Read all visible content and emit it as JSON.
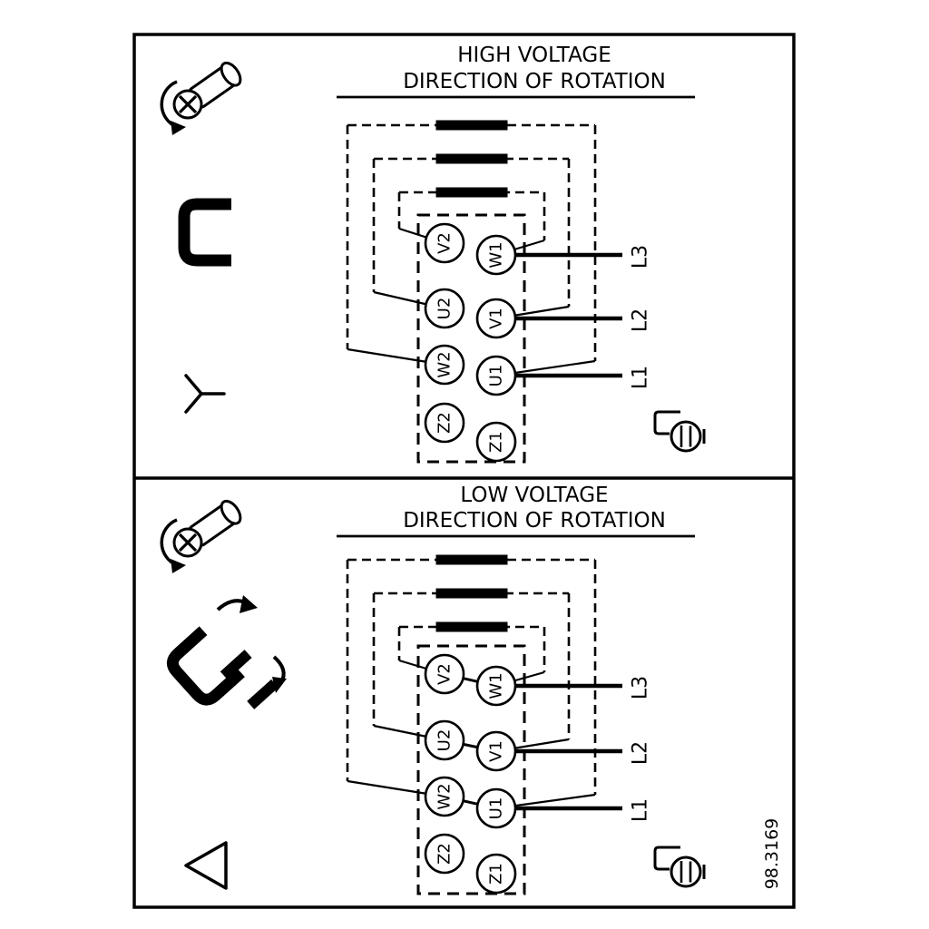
{
  "part_number": "98.3169",
  "colors": {
    "ink": "#000000",
    "paper": "#ffffff"
  },
  "panels": [
    {
      "title_line1": "HIGH VOLTAGE",
      "title_line2": "DIRECTION OF ROTATION",
      "connection": "star",
      "terminals_left": [
        "V2",
        "U2",
        "W2",
        "Z2"
      ],
      "terminals_right": [
        "W1",
        "V1",
        "U1",
        "Z1"
      ],
      "supply_labels": [
        "L3",
        "L2",
        "L1"
      ],
      "icons": [
        "screwdriver-rotation-icon",
        "jumper-link-icon",
        "star-symbol-icon",
        "ground-screw-icon"
      ]
    },
    {
      "title_line1": "LOW VOLTAGE",
      "title_line2": "DIRECTION OF ROTATION",
      "connection": "delta",
      "terminals_left": [
        "V2",
        "U2",
        "W2",
        "Z2"
      ],
      "terminals_right": [
        "W1",
        "V1",
        "U1",
        "Z1"
      ],
      "supply_labels": [
        "L3",
        "L2",
        "L1"
      ],
      "icons": [
        "screwdriver-rotation-icon",
        "jumper-links-spread-icon",
        "delta-symbol-icon",
        "ground-screw-icon"
      ]
    }
  ]
}
